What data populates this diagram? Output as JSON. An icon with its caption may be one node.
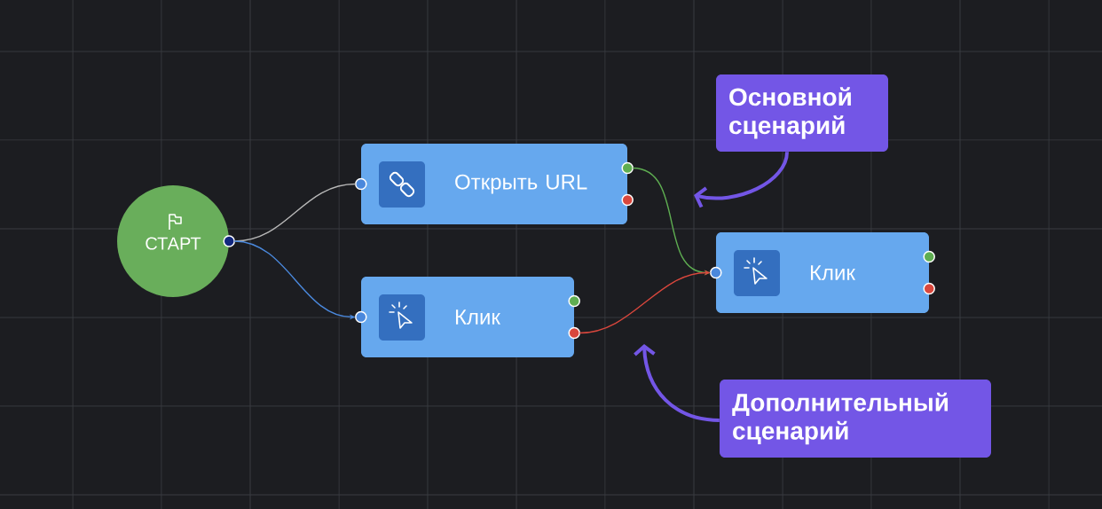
{
  "diagram": {
    "nodes": [
      {
        "text": [
          "СТАРТ"
        ]
      },
      {
        "text": [
          "Открыть URL"
        ]
      },
      {
        "text": [
          "Клик"
        ]
      },
      {
        "text": [
          "Клик"
        ]
      },
      {
        "text": [
          "Основной сценарий"
        ]
      },
      {
        "text": [
          "Дополнительный сценарий"
        ]
      }
    ],
    "edges": [
      {
        "from": 0,
        "to": 1,
        "arrow": "none",
        "color": "#b8b8b8"
      },
      {
        "from": 0,
        "to": 2,
        "arrow": "to",
        "color": "#4a88dc"
      },
      {
        "from": 1,
        "to": 3,
        "arrow": "to",
        "color": "#5fae52"
      },
      {
        "from": 2,
        "to": 3,
        "arrow": "to",
        "color": "#d9473d"
      },
      {
        "from": 4,
        "to": null,
        "arrow": "to",
        "style": "thick",
        "color": "#7356e6"
      },
      {
        "from": 5,
        "to": null,
        "arrow": "to",
        "style": "thick",
        "color": "#7356e6"
      }
    ]
  }
}
